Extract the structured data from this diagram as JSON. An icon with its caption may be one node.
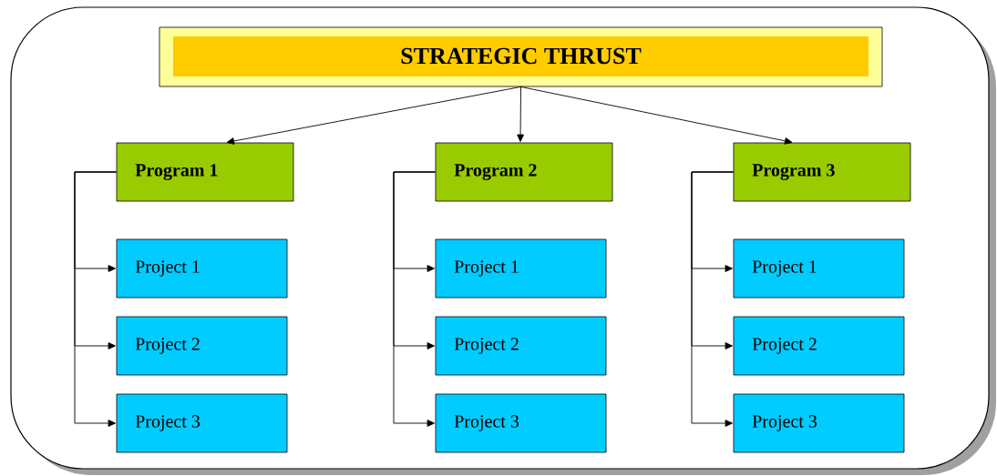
{
  "diagram": {
    "nodes": [
      {
        "text": [
          "STRATEGIC THRUST"
        ]
      },
      {
        "text": [
          "Program 1"
        ]
      },
      {
        "text": [
          "Project 1"
        ]
      },
      {
        "text": [
          "Project 2"
        ]
      },
      {
        "text": [
          "Project 3"
        ]
      },
      {
        "text": [
          "Program 2"
        ]
      },
      {
        "text": [
          "Project 1"
        ]
      },
      {
        "text": [
          "Project 2"
        ]
      },
      {
        "text": [
          "Project 3"
        ]
      },
      {
        "text": [
          "Program 3"
        ]
      },
      {
        "text": [
          "Project 1"
        ]
      },
      {
        "text": [
          "Project 2"
        ]
      },
      {
        "text": [
          "Project 3"
        ]
      }
    ],
    "edges": [
      {
        "from": 0,
        "to": 1,
        "arrow": "to"
      },
      {
        "from": 0,
        "to": 5,
        "arrow": "to"
      },
      {
        "from": 0,
        "to": 9,
        "arrow": "to"
      },
      {
        "from": 1,
        "to": 2,
        "arrow": "to"
      },
      {
        "from": 1,
        "to": 3,
        "arrow": "to"
      },
      {
        "from": 1,
        "to": 4,
        "arrow": "to"
      },
      {
        "from": 5,
        "to": 6,
        "arrow": "to"
      },
      {
        "from": 5,
        "to": 7,
        "arrow": "to"
      },
      {
        "from": 5,
        "to": 8,
        "arrow": "to"
      },
      {
        "from": 9,
        "to": 10,
        "arrow": "to"
      },
      {
        "from": 9,
        "to": 11,
        "arrow": "to"
      },
      {
        "from": 9,
        "to": 12,
        "arrow": "to"
      }
    ]
  }
}
